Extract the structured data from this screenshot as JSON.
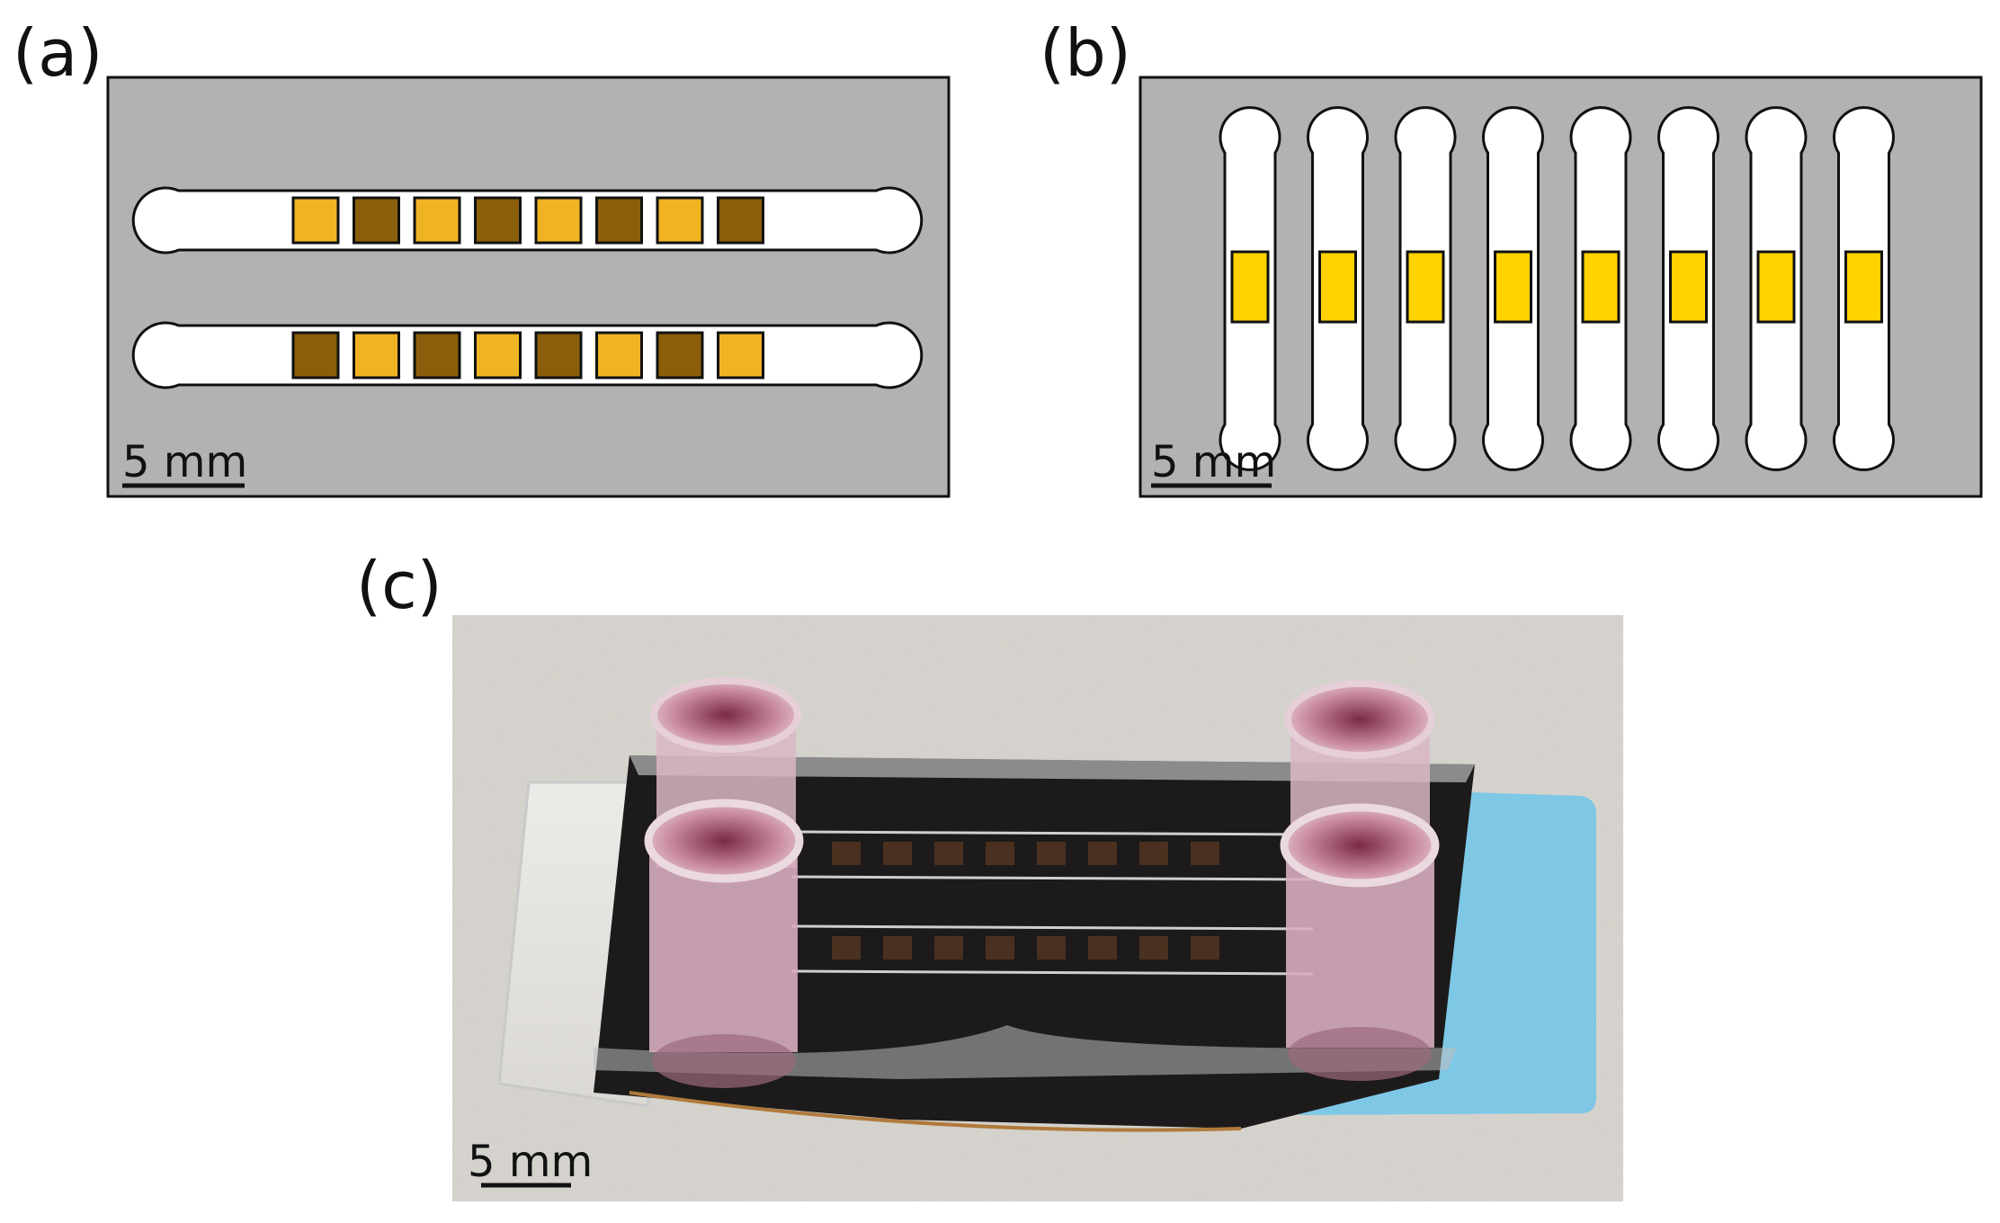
{
  "panels": [
    {
      "label": "(a)",
      "scale_bar": "5 mm",
      "channels": 2,
      "pads_per_channel": 8
    },
    {
      "label": "(b)",
      "scale_bar": "5 mm",
      "channels": 8,
      "pads_per_channel": 1
    },
    {
      "label": "(c)",
      "scale_bar": "5 mm",
      "pads_visible_per_row": 8
    }
  ],
  "colors": {
    "substrate": "#b2b2b2",
    "channel": "#ffffff",
    "pad_light": "#f0b323",
    "pad_dark": "#8a5e0a",
    "pad_yellow": "#ffd200",
    "outline": "#111111",
    "photo_background": "#d8d5cf",
    "photo_chip": "#1c1a1a",
    "photo_reservoir": "#c98aa0",
    "photo_blue_tab": "#7ec8e6"
  },
  "pad_pattern_a": {
    "row1": [
      "light",
      "dark",
      "light",
      "dark",
      "light",
      "dark",
      "light",
      "dark"
    ],
    "row2": [
      "dark",
      "light",
      "dark",
      "light",
      "dark",
      "light",
      "dark",
      "light"
    ]
  }
}
